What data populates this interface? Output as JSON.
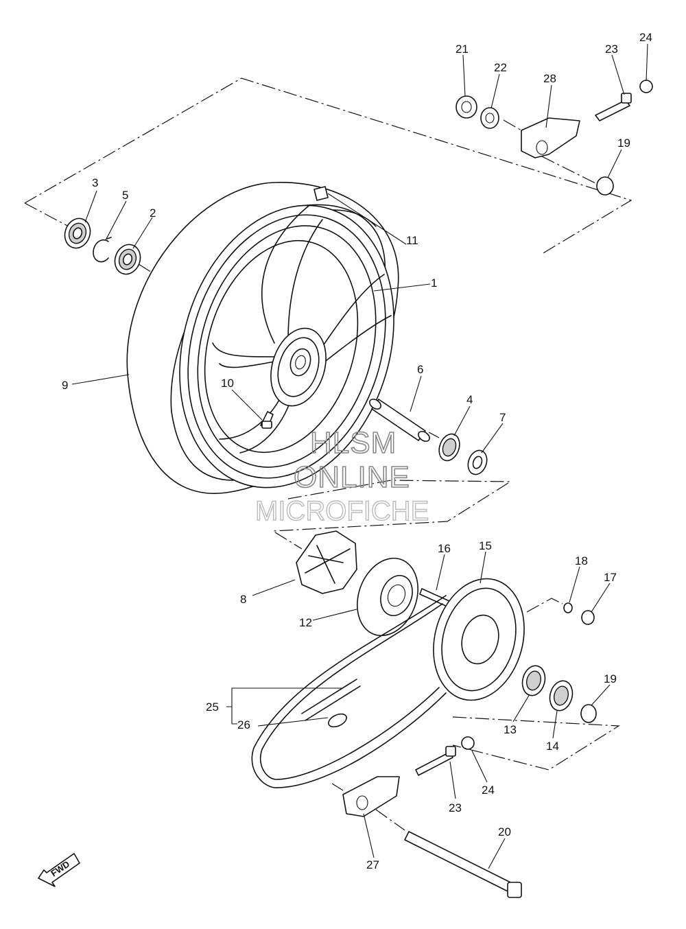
{
  "diagram": {
    "callouts": [
      {
        "num": "1"
      },
      {
        "num": "2"
      },
      {
        "num": "3"
      },
      {
        "num": "4"
      },
      {
        "num": "5"
      },
      {
        "num": "6"
      },
      {
        "num": "7"
      },
      {
        "num": "8"
      },
      {
        "num": "9"
      },
      {
        "num": "10"
      },
      {
        "num": "11"
      },
      {
        "num": "12"
      },
      {
        "num": "13"
      },
      {
        "num": "14"
      },
      {
        "num": "15"
      },
      {
        "num": "16"
      },
      {
        "num": "17"
      },
      {
        "num": "18"
      },
      {
        "num": "19"
      },
      {
        "num": "19"
      },
      {
        "num": "20"
      },
      {
        "num": "21"
      },
      {
        "num": "22"
      },
      {
        "num": "23"
      },
      {
        "num": "23"
      },
      {
        "num": "24"
      },
      {
        "num": "24"
      },
      {
        "num": "25"
      },
      {
        "num": "26"
      },
      {
        "num": "27"
      },
      {
        "num": "28"
      }
    ],
    "watermark": [
      "HLSM",
      "ONLINE",
      "MICROFICHE"
    ],
    "direction_label": "FWD"
  }
}
